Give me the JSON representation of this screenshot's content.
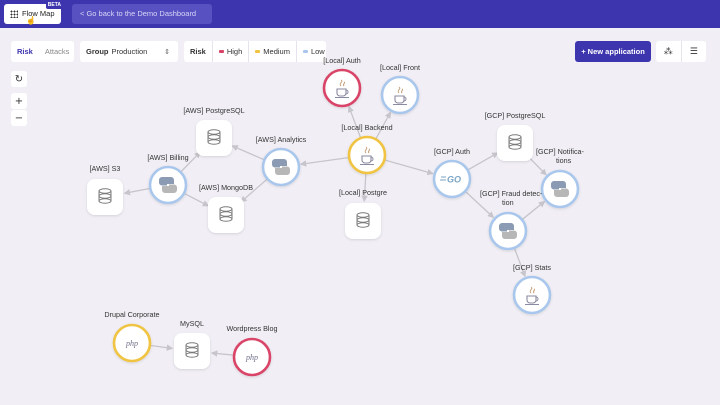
{
  "topbar": {
    "logo_label": "Flow Map",
    "beta_badge": "BETA",
    "back_label": "< Go back to the Demo Dashboard"
  },
  "toolbar": {
    "tab_risk": "Risk",
    "tab_attacks": "Attacks",
    "group_label": "Group",
    "group_value": "Production",
    "filter_risk": "Risk",
    "filter_high": "High",
    "filter_medium": "Medium",
    "filter_low": "Low",
    "new_app_label": "+ New application"
  },
  "colors": {
    "accent": "#3d35ad",
    "high": "#d94468",
    "medium": "#f0c442",
    "low": "#a9c7ec",
    "edge": "#c7c5cc"
  },
  "nodes": [
    {
      "id": "local-auth",
      "label": "[Local] Auth",
      "icon": "java-icon",
      "risk": "high"
    },
    {
      "id": "local-front",
      "label": "[Local] Front",
      "icon": "java-icon",
      "risk": "low"
    },
    {
      "id": "local-backend",
      "label": "[Local] Backend",
      "icon": "java-icon",
      "risk": "medium"
    },
    {
      "id": "local-postgre",
      "label": "[Local] Postgre",
      "icon": "database-icon",
      "risk": "none"
    },
    {
      "id": "aws-postgresql",
      "label": "[AWS] PostgreSQL",
      "icon": "database-icon",
      "risk": "none"
    },
    {
      "id": "aws-analytics",
      "label": "[AWS] Analytics",
      "icon": "python-icon",
      "risk": "low"
    },
    {
      "id": "aws-billing",
      "label": "[AWS] Billing",
      "icon": "python-icon",
      "risk": "low"
    },
    {
      "id": "aws-s3",
      "label": "[AWS] S3",
      "icon": "database-icon",
      "risk": "none"
    },
    {
      "id": "aws-mongodb",
      "label": "[AWS] MongoDB",
      "icon": "database-icon",
      "risk": "none"
    },
    {
      "id": "gcp-auth",
      "label": "[GCP] Auth",
      "icon": "go-icon",
      "risk": "low"
    },
    {
      "id": "gcp-postgresql",
      "label": "[GCP] PostgreSQL",
      "icon": "database-icon",
      "risk": "none"
    },
    {
      "id": "gcp-notifications",
      "label": "[GCP] Notifica-tions",
      "icon": "python-icon",
      "risk": "low"
    },
    {
      "id": "gcp-fraud",
      "label": "[GCP] Fraud detec-tion",
      "icon": "python-icon",
      "risk": "low"
    },
    {
      "id": "gcp-stats",
      "label": "[GCP] Stats",
      "icon": "java-icon",
      "risk": "low"
    },
    {
      "id": "drupal-corporate",
      "label": "Drupal Corporate",
      "icon": "php-icon",
      "risk": "medium"
    },
    {
      "id": "mysql",
      "label": "MySQL",
      "icon": "database-icon",
      "risk": "none"
    },
    {
      "id": "wordpress-blog",
      "label": "Wordpress Blog",
      "icon": "php-icon",
      "risk": "high"
    }
  ],
  "edges": [
    [
      "local-backend",
      "local-auth"
    ],
    [
      "local-backend",
      "local-front"
    ],
    [
      "local-backend",
      "local-postgre"
    ],
    [
      "local-backend",
      "aws-analytics"
    ],
    [
      "local-backend",
      "gcp-auth"
    ],
    [
      "aws-analytics",
      "aws-postgresql"
    ],
    [
      "aws-analytics",
      "aws-mongodb"
    ],
    [
      "aws-billing",
      "aws-postgresql"
    ],
    [
      "aws-billing",
      "aws-s3"
    ],
    [
      "aws-billing",
      "aws-mongodb"
    ],
    [
      "gcp-auth",
      "gcp-postgresql"
    ],
    [
      "gcp-auth",
      "gcp-fraud"
    ],
    [
      "gcp-postgresql",
      "gcp-notifications"
    ],
    [
      "gcp-fraud",
      "gcp-notifications"
    ],
    [
      "gcp-fraud",
      "gcp-stats"
    ],
    [
      "drupal-corporate",
      "mysql"
    ],
    [
      "wordpress-blog",
      "mysql"
    ]
  ]
}
